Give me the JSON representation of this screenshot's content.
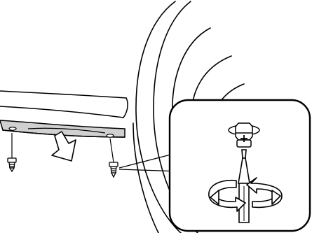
{
  "illustration": {
    "stroke_color": "#000000",
    "background_color": "#ffffff",
    "fill_light": "#ffffff",
    "fill_shade": "#d0d0d0",
    "parts": {
      "tire": "tire-outline",
      "splash_shield": "splash-shield-panel",
      "removal_arrow": "down-arrow-icon",
      "screw_left": "screw-icon",
      "screw_right": "screw-icon",
      "detail_inset": "detail-callout",
      "plastic_retainer": "retainer-clip-icon",
      "screwdriver": "screwdriver-icon",
      "rotation_arrows": "rotate-arrows-icon"
    }
  }
}
